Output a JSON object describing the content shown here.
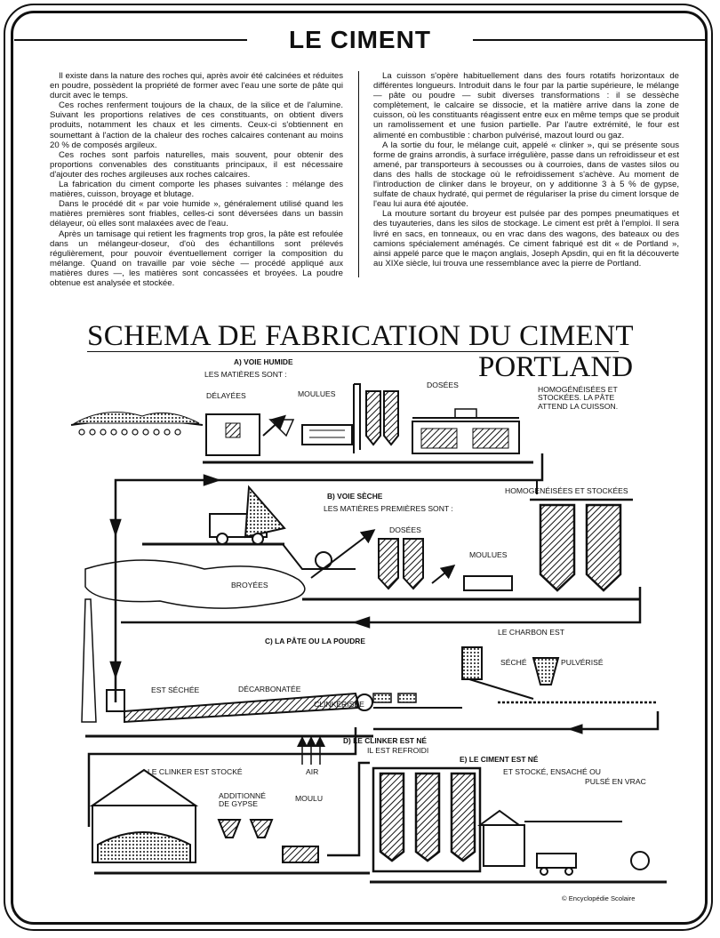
{
  "title": "LE CIMENT",
  "left_paragraphs": [
    "Il existe dans la nature des roches qui, après avoir été calcinées et réduites en poudre, possèdent la propriété de former avec l'eau une sorte de pâte qui durcit avec le temps.",
    "Ces roches renferment toujours de la chaux, de la silice et de l'alumine. Suivant les proportions relatives de ces constituants, on obtient divers produits, notamment les chaux et les ciments. Ceux-ci s'obtiennent en soumettant à l'action de la chaleur des roches calcaires contenant au moins 20 % de composés argileux.",
    "Ces roches sont parfois naturelles, mais souvent, pour obtenir des proportions convenables des constituants principaux, il est nécessaire d'ajouter des roches argileuses aux roches calcaires.",
    "La fabrication du ciment comporte les phases suivantes : mélange des matières, cuisson, broyage et blutage.",
    "Dans le procédé dit « par voie humide », généralement utilisé quand les matières premières sont friables, celles-ci sont déversées dans un bassin délayeur, où elles sont malaxées avec de l'eau.",
    "Après un tamisage qui retient les fragments trop gros, la pâte est refoulée dans un mélangeur-doseur, d'où des échantillons sont prélevés régulièrement, pour pouvoir éventuellement corriger la composition du mélange. Quand on travaille par voie sèche — procédé appliqué aux matières dures —, les matières sont concassées et broyées. La poudre obtenue est analysée et stockée."
  ],
  "right_paragraphs": [
    "La cuisson s'opère habituellement dans des fours rotatifs horizontaux de différentes longueurs. Introduit dans le four par la partie supérieure, le mélange — pâte ou poudre — subit diverses transformations : il se dessèche complètement, le calcaire se dissocie, et la matière arrive dans la zone de cuisson, où les constituants réagissent entre eux en même temps que se produit un ramolissement et une fusion partielle. Par l'autre extrémité, le four est alimenté en combustible : charbon pulvérisé, mazout lourd ou gaz.",
    "A la sortie du four, le mélange cuit, appelé « clinker », qui se présente sous forme de grains arrondis, à surface irrégulière, passe dans un refroidisseur et est amené, par transporteurs à secousses ou à courroies, dans de vastes silos ou dans des halls de stockage où le refroidissement s'achève. Au moment de l'introduction de clinker dans le broyeur, on y additionne 3 à 5 % de gypse, sulfate de chaux hydraté, qui permet de régulariser la prise du ciment lorsque de l'eau lui aura été ajoutée.",
    "La mouture sortant du broyeur est pulsée par des pompes pneumatiques et des tuyauteries, dans les silos de stockage. Le ciment est prêt à l'emploi. Il sera livré en sacs, en tonneaux, ou en vrac dans des wagons, des bateaux ou des camions spécialement aménagés. Ce ciment fabriqué est dit « de Portland », ainsi appelé parce que le maçon anglais, Joseph Apsdin, qui en fit la découverte au XIXe siècle, lui trouva une ressemblance avec la pierre de Portland."
  ],
  "schema": {
    "title": "SCHEMA DE FABRICATION DU CIMENT",
    "subtitle": "PORTLAND",
    "labels": {
      "voie_humide": "A) VOIE HUMIDE",
      "matieres_sont": "LES MATIÈRES SONT :",
      "delayees": "DÉLAYÉES",
      "moulues_a": "MOULUES",
      "dosees_a": "DOSÉES",
      "homogeneisees_a": "HOMOGÉNÉISÉES ET STOCKÉES. LA PÂTE ATTEND LA CUISSON.",
      "voie_seche": "B) VOIE SÈCHE",
      "matieres_premieres": "LES MATIÈRES PREMIÈRES SONT :",
      "homogeneisees_b": "HOMOGÉNÉISÉES ET STOCKÉES",
      "dosees_b": "DOSÉES",
      "moulues_b": "MOULUES",
      "broyees": "BROYÉES",
      "pate_poudre": "C) LA PÂTE OU LA POUDRE",
      "charbon_est": "LE CHARBON EST",
      "seche": "SÉCHÉ",
      "pulverise": "PULVÉRISÉ",
      "est_sechee": "EST SÉCHÉE",
      "decarbonatee": "DÉCARBONATÉE",
      "clinkerisee": "CLINKÉRISÉE",
      "clinker_ne": "D) LE CLINKER EST NÉ",
      "refroidi": "IL EST REFROIDI",
      "air": "AIR",
      "ciment_ne": "E) LE CIMENT EST NÉ",
      "stocke_ensache": "ET STOCKÉ, ENSACHÉ OU",
      "pulse_vrac": "PULSÉ EN VRAC",
      "clinker_stocke": "LE CLINKER EST STOCKÉ",
      "additionne_gypse": "ADDITIONNÉ DE GYPSE",
      "moulu": "MOULU"
    },
    "credit": "© Encyclopédie Scolaire"
  }
}
